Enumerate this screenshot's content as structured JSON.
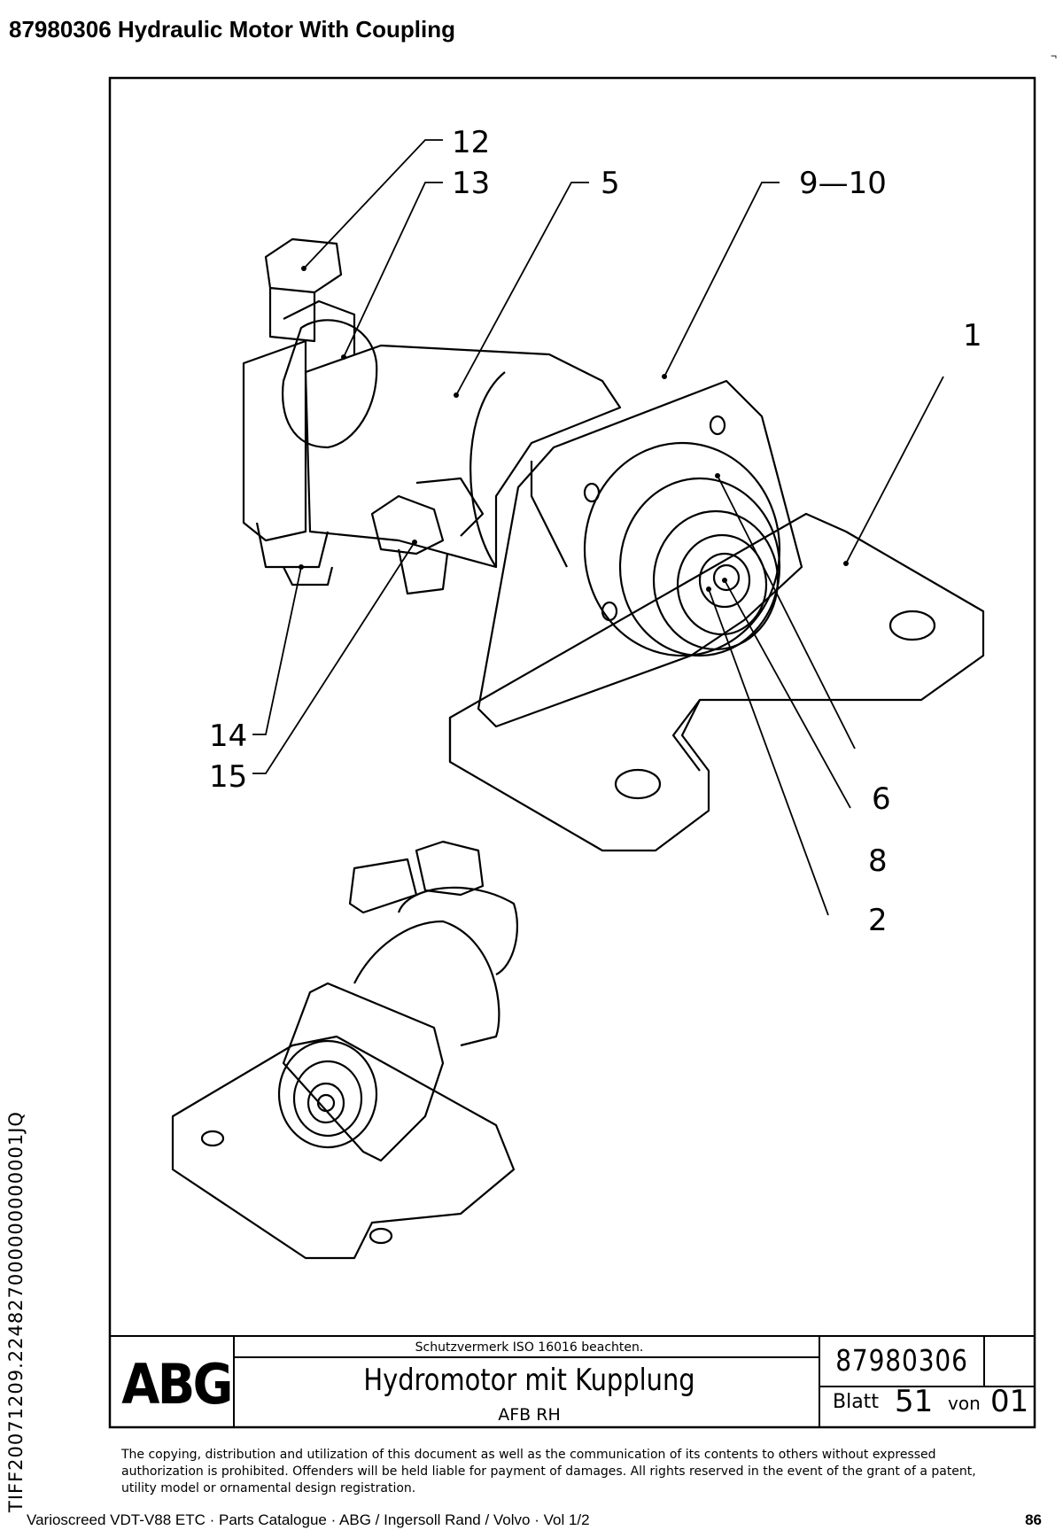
{
  "page_title": "87980306  Hydraulic Motor With Coupling",
  "corner_mark": "¬",
  "side_text": "TIFF20071209.224827000000000001JQ",
  "drawing": {
    "callouts": [
      "12",
      "13",
      "5",
      "9—10",
      "1",
      "14",
      "15",
      "6",
      "8",
      "2"
    ]
  },
  "title_block": {
    "logo": "ABG",
    "protection_note": "Schutzvermerk ISO 16016 beachten.",
    "drawing_name": "Hydromotor mit Kupplung",
    "subtitle": "AFB RH",
    "drawing_number": "87980306",
    "sheet_label": "Blatt",
    "sheet_number": "51",
    "of_label": "von",
    "of_number": "01"
  },
  "copyright": "The copying, distribution and utilization of this document as well as the communication of its contents to others without expressed authorization is prohibited. Offenders will be held liable for payment of damages. All rights reserved in the event of the grant of a patent, utility model or ornamental design registration.",
  "footer": {
    "left": "Varioscreed VDT-V88 ETC  ·  Parts Catalogue  ·  ABG / Ingersoll Rand / Volvo  ·  Vol 1/2",
    "page": "86"
  }
}
